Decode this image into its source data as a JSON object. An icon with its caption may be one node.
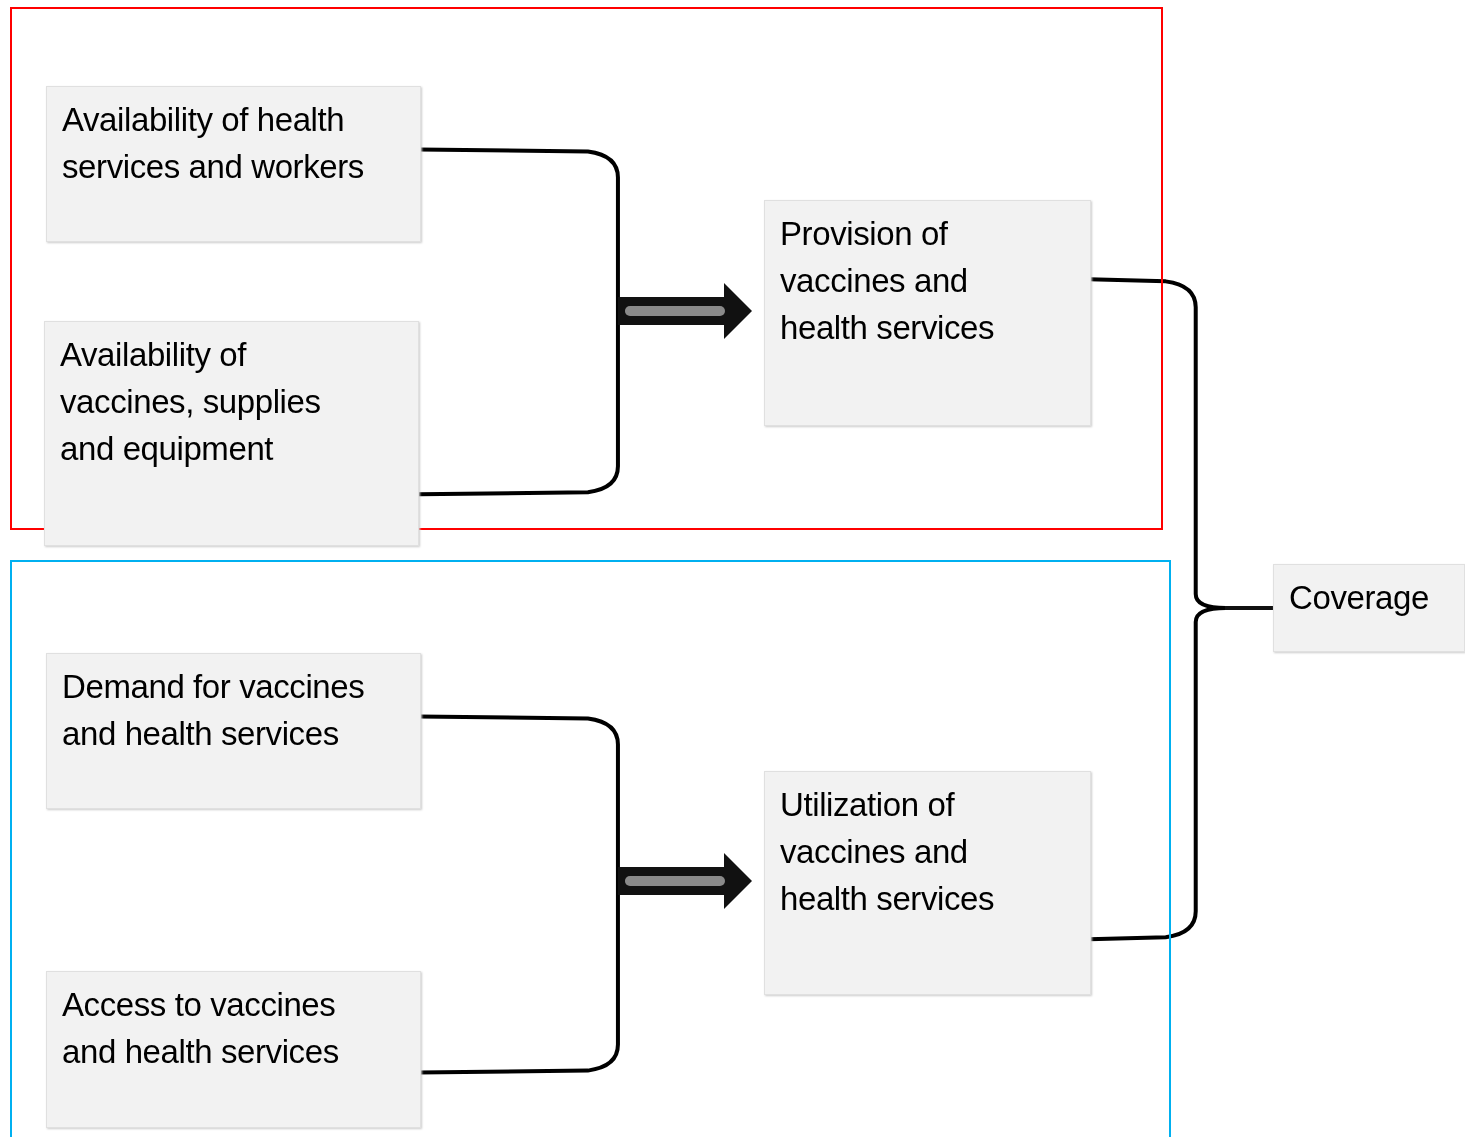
{
  "diagram": {
    "nodes": [
      {
        "text": [],
        "shape": "box"
      },
      {
        "text": [
          "Availability of health services and workers"
        ],
        "in": 0
      },
      {
        "text": [
          "Availability of vaccines, supplies and equipment"
        ]
      },
      {
        "text": [
          "Provision of vaccines and health services"
        ],
        "in": 0
      },
      {
        "text": [],
        "shape": "box"
      },
      {
        "text": [
          "Demand for vaccines and health services"
        ],
        "in": 4
      },
      {
        "text": [
          "Access to vaccines and health services"
        ],
        "in": 4
      },
      {
        "text": [
          "Utilization of vaccines and health services"
        ],
        "in": 4
      },
      {
        "text": [
          "Coverage"
        ]
      }
    ],
    "edges": [
      {
        "from": 1,
        "to": 3,
        "arrow": "to"
      },
      {
        "from": 2,
        "to": 3,
        "arrow": "to"
      },
      {
        "from": 5,
        "to": 7,
        "arrow": "to"
      },
      {
        "from": 6,
        "to": 7,
        "arrow": "to"
      },
      {
        "from": 3,
        "to": 8,
        "arrow": "none"
      },
      {
        "from": 7,
        "to": 8,
        "arrow": "none"
      }
    ]
  }
}
